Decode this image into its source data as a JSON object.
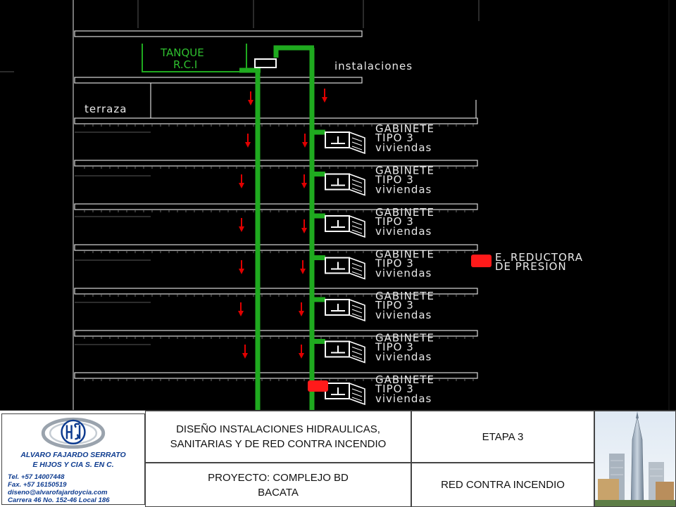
{
  "drawing": {
    "tank_label": [
      "TANQUE",
      "R.C.I"
    ],
    "installations_label": "instalaciones",
    "terrace_label": "terraza",
    "cabinet_label": [
      "GABINETE",
      "TIPO 3",
      "viviendas"
    ],
    "cabinet_count": 7,
    "reducer_label": [
      "E. REDUCTORA",
      "DE PRESION"
    ],
    "colors": {
      "pipe": "#1faa1f",
      "arrow": "#e00000",
      "structure": "#d8d8d8",
      "valve": "#ff1a1a",
      "text": "#e8e8e8"
    }
  },
  "titleblock": {
    "company_name_1": "ALVARO FAJARDO SERRATO",
    "company_name_2": "E HIJOS Y CIA S. EN C.",
    "tel": "Tel. +57 14007448",
    "fax": "Fax. +57 16150519",
    "email": "diseno@alvarofajardoycia.com",
    "address": "Carrera 46 No. 152-46 Local 186",
    "design_title": "DISEÑO INSTALACIONES HIDRAULICAS,\nSANITARIAS Y DE RED CONTRA INCENDIO",
    "project": "PROYECTO: COMPLEJO BD\nBACATA",
    "stage": "ETAPA 3",
    "system": "RED CONTRA INCENDIO"
  }
}
